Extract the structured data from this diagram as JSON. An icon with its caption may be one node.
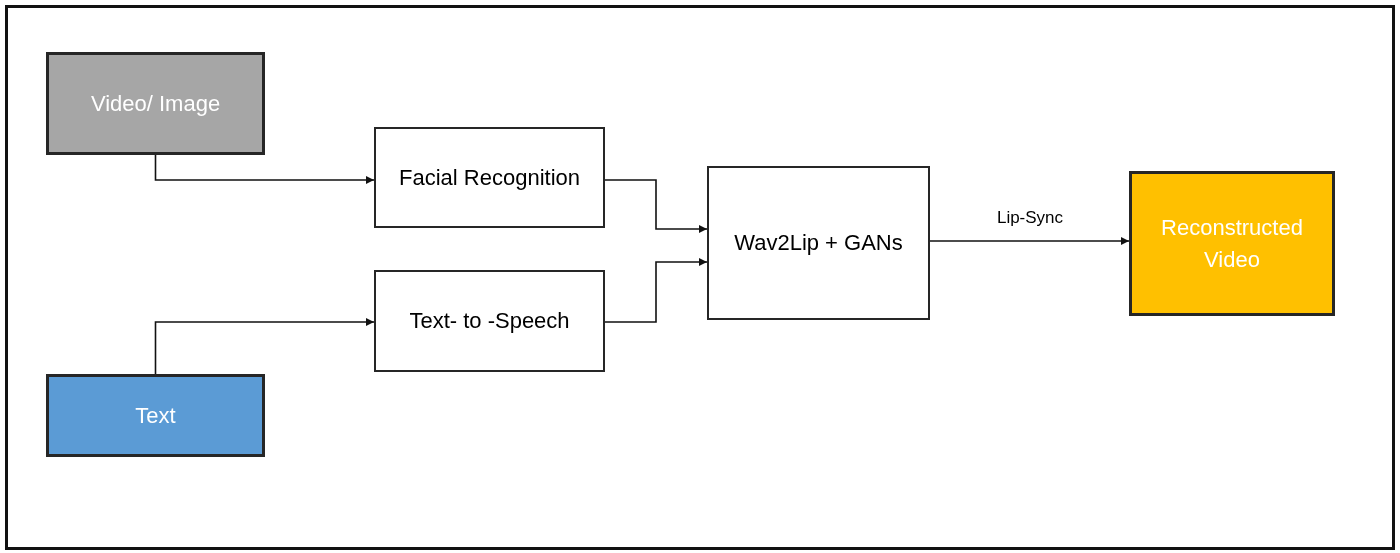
{
  "diagram": {
    "nodes": [
      {
        "text": [
          "Video/ Image"
        ]
      },
      {
        "text": [
          "Facial Recognition"
        ]
      },
      {
        "text": [
          "Text- to -Speech"
        ]
      },
      {
        "text": [
          "Text"
        ]
      },
      {
        "text": [
          "Wav2Lip + GANs"
        ]
      },
      {
        "text": [
          "Reconstructed Video"
        ]
      }
    ],
    "edges": [
      {
        "from": 0,
        "to": 1,
        "arrow": "to"
      },
      {
        "from": 3,
        "to": 2,
        "arrow": "to"
      },
      {
        "from": 1,
        "to": 4,
        "arrow": "to"
      },
      {
        "from": 2,
        "to": 4,
        "arrow": "to"
      },
      {
        "from": 4,
        "to": 5,
        "arrow": "to",
        "label": "Lip-Sync"
      }
    ]
  }
}
